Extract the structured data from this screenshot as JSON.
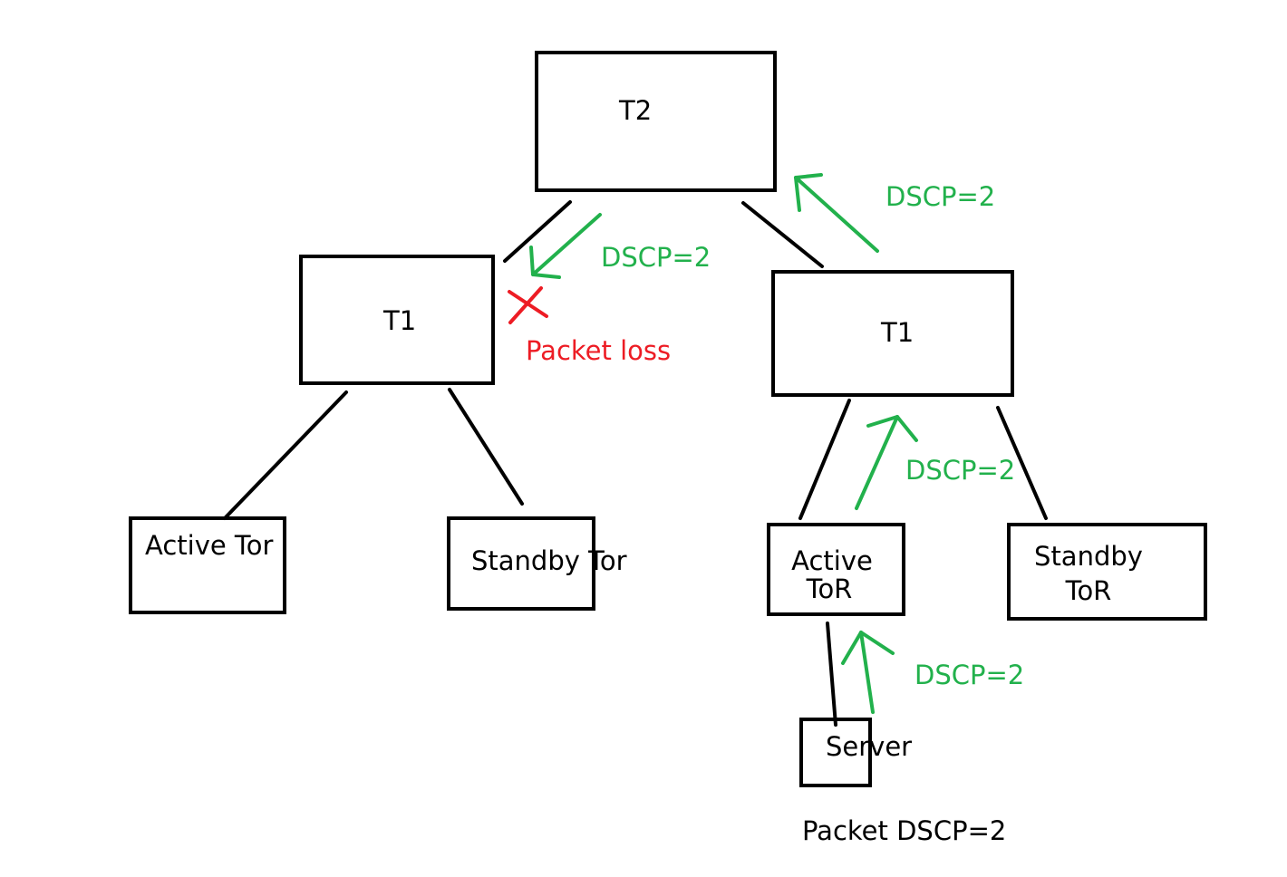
{
  "nodes": {
    "t2": "T2",
    "t1_left": "T1",
    "t1_right": "T1",
    "active_tor_left": "Active Tor",
    "standby_tor_left": "Standby Tor",
    "active_tor_right_line1": "Active",
    "active_tor_right_line2": "ToR",
    "standby_tor_right_line1": "Standby",
    "standby_tor_right_line2": "ToR",
    "server": "Server"
  },
  "labels": {
    "dscp_t2_to_t1_left": "DSCP=2",
    "dscp_t1_right_to_t2": "DSCP=2",
    "dscp_tor_to_t1_right": "DSCP=2",
    "dscp_server_to_tor": "DSCP=2",
    "packet_loss": "Packet loss",
    "packet_origin": "Packet DSCP=2"
  },
  "colors": {
    "box_stroke": "#000000",
    "flow_arrow": "#22b14c",
    "loss_marker": "#ed1c24"
  }
}
